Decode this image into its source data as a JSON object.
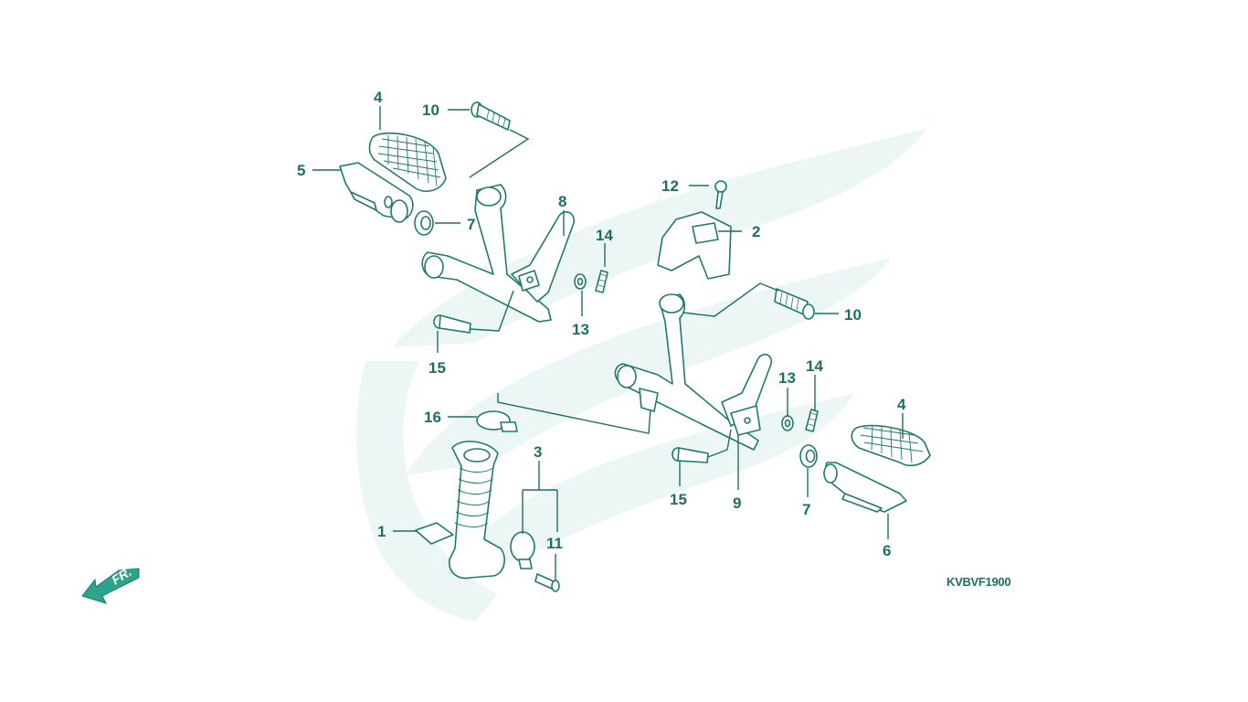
{
  "diagram": {
    "code": "KVBVF1900",
    "direction_label": "FR.",
    "colors": {
      "ink": "#1f6e62",
      "line": "#1f7a6c",
      "watermark": "#2aa58b"
    },
    "callouts": [
      {
        "id": "c4-left",
        "label": "4"
      },
      {
        "id": "c10-top",
        "label": "10"
      },
      {
        "id": "c5",
        "label": "5"
      },
      {
        "id": "c7-left",
        "label": "7"
      },
      {
        "id": "c8",
        "label": "8"
      },
      {
        "id": "c14-left",
        "label": "14"
      },
      {
        "id": "c13-left",
        "label": "13"
      },
      {
        "id": "c15-left",
        "label": "15"
      },
      {
        "id": "c12",
        "label": "12"
      },
      {
        "id": "c2",
        "label": "2"
      },
      {
        "id": "c10-right",
        "label": "10"
      },
      {
        "id": "c13-right",
        "label": "13"
      },
      {
        "id": "c14-right",
        "label": "14"
      },
      {
        "id": "c4-right",
        "label": "4"
      },
      {
        "id": "c16",
        "label": "16"
      },
      {
        "id": "c3",
        "label": "3"
      },
      {
        "id": "c1",
        "label": "1"
      },
      {
        "id": "c11",
        "label": "11"
      },
      {
        "id": "c15-right",
        "label": "15"
      },
      {
        "id": "c9",
        "label": "9"
      },
      {
        "id": "c7-right",
        "label": "7"
      },
      {
        "id": "c6",
        "label": "6"
      }
    ]
  }
}
